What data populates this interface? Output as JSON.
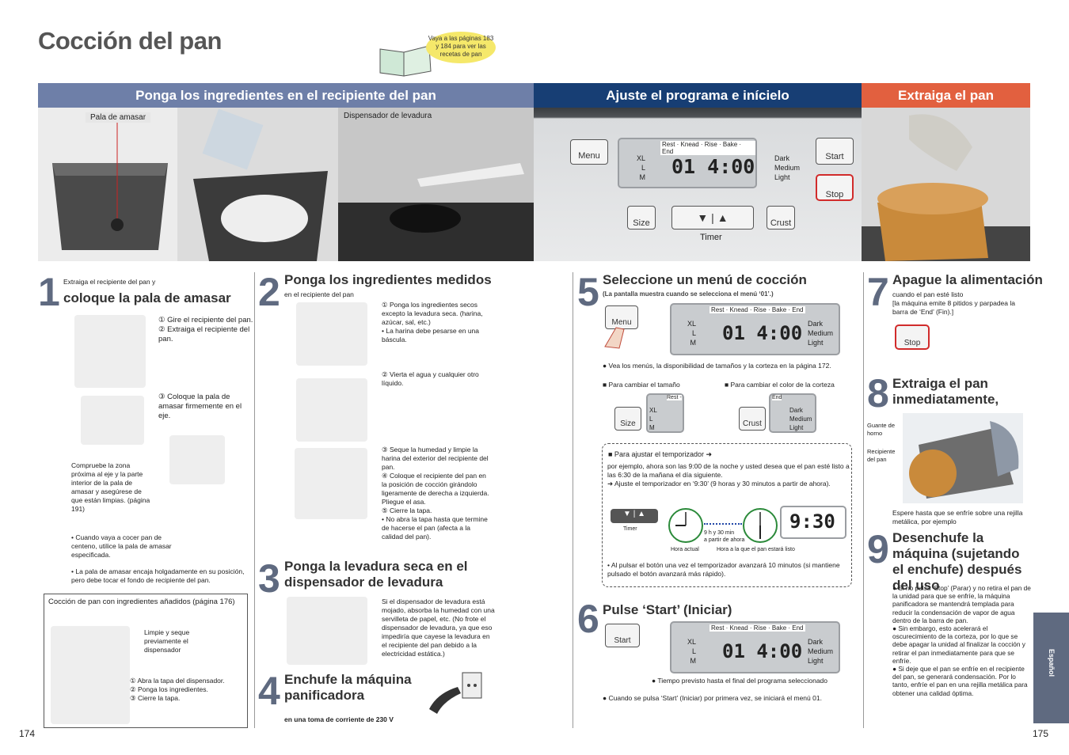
{
  "page_title": "Cocción del pan",
  "bubble_text": "Vaya a las páginas 183 y 184 para ver las recetas de pan",
  "bands": {
    "b1": "Ponga los ingredientes en el recipiente del pan",
    "b2": "Ajuste el programa e inícielo",
    "b3": "Extraiga el pan"
  },
  "photo_labels": {
    "pala": "Pala de amasar",
    "disp": "Dispensador de levadura"
  },
  "panel": {
    "menu": "Menu",
    "size": "Size",
    "crust": "Crust",
    "start": "Start",
    "stop": "Stop",
    "timer": "Timer",
    "sizes": "XL\nL\nM",
    "colors": "Dark\nMedium\nLight",
    "stages": "Rest · Knead · Rise · Bake · End",
    "display": "01 4:00"
  },
  "step1": {
    "num": "1",
    "intro": "Extraiga el recipiente del pan y",
    "title": "coloque la pala de amasar",
    "a": "① Gire el recipiente del pan.\n② Extraiga el recipiente del pan.",
    "b": "③ Coloque la pala de amasar firmemente en el eje.",
    "c": "Compruebe la zona próxima al eje y la parte interior de la pala de amasar y asegúrese de que están limpias. (página 191)",
    "n1": "• Cuando vaya a cocer pan de centeno, utilice la pala de amasar especificada.",
    "n2": "• La pala de amasar encaja holgadamente en su posición, pero debe tocar el fondo de recipiente del pan.",
    "box_title": "Cocción de pan con ingredientes añadidos (página 176)",
    "box_a": "Limpie y seque previamente el dispensador",
    "box_b": "① Abra la tapa del dispensador.\n② Ponga los ingredientes.\n③ Cierre la tapa."
  },
  "step2": {
    "num": "2",
    "title": "Ponga los ingredientes medidos",
    "sub": "en el recipiente del pan",
    "a": "① Ponga los ingredientes secos excepto la levadura seca. (harina, azúcar, sal, etc.)\n• La harina debe pesarse en una báscula.",
    "b": "② Vierta el agua y cualquier otro líquido.",
    "c": "③ Seque la humedad y limpie la harina del exterior del recipiente del pan.\n④ Coloque el recipiente del pan en la posición de cocción girándolo ligeramente de derecha a izquierda. Pliegue el asa.\n⑤ Cierre la tapa.\n• No abra la tapa hasta que termine de hacerse el pan (afecta a la calidad del pan)."
  },
  "step3": {
    "num": "3",
    "title": "Ponga la levadura seca en el dispensador de levadura",
    "text": "Si el dispensador de levadura está mojado, absorba la humedad con una servilleta de papel, etc. (No frote el dispensador de levadura, ya que eso impediría que cayese la levadura en el recipiente del pan debido a la electricidad estática.)"
  },
  "step4": {
    "num": "4",
    "title": "Enchufe la máquina panificadora",
    "sub": "en una toma de corriente de 230 V"
  },
  "step5": {
    "num": "5",
    "title": "Seleccione un menú de cocción",
    "sub": "(La pantalla muestra cuando se selecciona el menú ‘01’.)",
    "note": "● Vea los menús, la disponibilidad de tamaños y la corteza en la página 172.",
    "size_lbl": "■ Para cambiar el tamaño",
    "color_lbl": "■ Para cambiar el color de la corteza",
    "timer_lbl": "■ Para ajustar el temporizador ➜",
    "timer_text": "por ejemplo, ahora son las 9:00 de la noche y usted desea que el pan esté listo a las 6:30 de la mañana el día siguiente.\n➜ Ajuste el temporizador en ‘9:30’ (9 horas y 30 minutos a partir de ahora).",
    "t_mid": "9 h y 30 min\na partir de ahora",
    "t_now": "Hora actual",
    "t_ready": "Hora a la que el pan estará listo",
    "t_disp": "9:30",
    "t_note": "• Al pulsar el botón una vez el temporizador avanzará 10 minutos (si mantiene pulsado el botón avanzará más rápido).",
    "rest": "Rest -",
    "end": "End"
  },
  "step6": {
    "num": "6",
    "title": "Pulse ‘Start’ (Iniciar)",
    "a": "● Tiempo previsto hasta el final del programa seleccionado",
    "b": "● Cuando se pulsa ‘Start’ (Iniciar) por primera vez, se iniciará el menú 01."
  },
  "step7": {
    "num": "7",
    "title": "Apague la alimentación",
    "text": "cuando el pan esté listo\n[la máquina emite 8 pitidos y parpadea la barra de ‘End’ (Fin).]"
  },
  "step8": {
    "num": "8",
    "title": "Extraiga el pan inmediatamente,",
    "guante": "Guante de horno",
    "recip": "Recipiente del pan",
    "text": "Espere hasta que se enfríe sobre una rejilla metálica, por ejemplo"
  },
  "step9": {
    "num": "9",
    "title": "Desenchufe la máquina (sujetando el enchufe) después del uso",
    "text": "● Si no pulsa ‘Stop’ (Parar) y no retira el pan de la unidad para que se enfríe, la máquina panificadora se mantendrá templada para reducir la condensación de vapor de agua dentro de la barra de pan.\n● Sin embargo, esto acelerará el oscurecimiento de la corteza, por lo que se debe apagar la unidad al finalizar la cocción y retirar el pan inmediatamente para que se enfríe.\n● Si deje que el pan se enfríe en el recipiente del pan, se generará condensación. Por lo tanto, enfríe el pan en una rejilla metálica para obtener una calidad óptima."
  },
  "side_tab": "Español",
  "page_left": "174",
  "page_right": "175"
}
